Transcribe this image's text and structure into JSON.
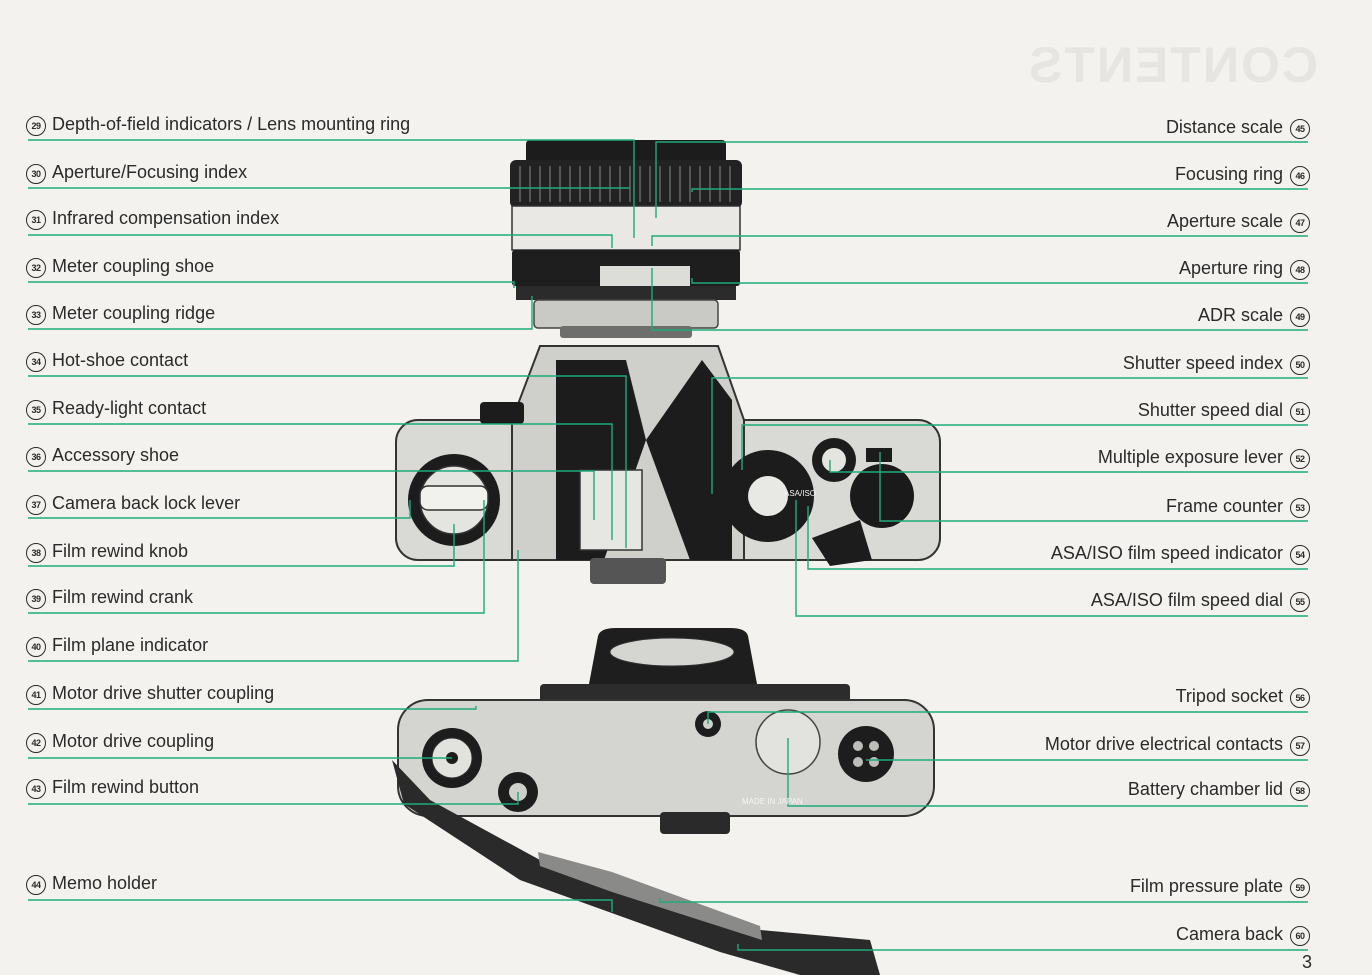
{
  "page": {
    "heading": "CONTENTS",
    "page_number": "3",
    "accent_color": "#1fa97a"
  },
  "left_labels": [
    {
      "num": "29",
      "text": "Depth-of-field indicators / Lens mounting ring"
    },
    {
      "num": "30",
      "text": "Aperture/Focusing index"
    },
    {
      "num": "31",
      "text": "Infrared compensation index"
    },
    {
      "num": "32",
      "text": "Meter coupling shoe"
    },
    {
      "num": "33",
      "text": "Meter coupling ridge"
    },
    {
      "num": "34",
      "text": "Hot-shoe contact"
    },
    {
      "num": "35",
      "text": "Ready-light contact"
    },
    {
      "num": "36",
      "text": "Accessory shoe"
    },
    {
      "num": "37",
      "text": "Camera back lock lever"
    },
    {
      "num": "38",
      "text": "Film rewind knob"
    },
    {
      "num": "39",
      "text": "Film rewind crank"
    },
    {
      "num": "40",
      "text": "Film plane indicator"
    },
    {
      "num": "41",
      "text": "Motor drive shutter coupling"
    },
    {
      "num": "42",
      "text": "Motor drive coupling"
    },
    {
      "num": "43",
      "text": "Film rewind button"
    },
    {
      "num": "44",
      "text": "Memo holder"
    }
  ],
  "right_labels": [
    {
      "num": "45",
      "text": "Distance scale"
    },
    {
      "num": "46",
      "text": "Focusing ring"
    },
    {
      "num": "47",
      "text": "Aperture scale"
    },
    {
      "num": "48",
      "text": "Aperture ring"
    },
    {
      "num": "49",
      "text": "ADR scale"
    },
    {
      "num": "50",
      "text": "Shutter speed index"
    },
    {
      "num": "51",
      "text": "Shutter speed dial"
    },
    {
      "num": "52",
      "text": "Multiple exposure lever"
    },
    {
      "num": "53",
      "text": "Frame counter"
    },
    {
      "num": "54",
      "text": "ASA/ISO film speed indicator"
    },
    {
      "num": "55",
      "text": "ASA/ISO film speed dial"
    },
    {
      "num": "56",
      "text": "Tripod socket"
    },
    {
      "num": "57",
      "text": "Motor drive electrical contacts"
    },
    {
      "num": "58",
      "text": "Battery chamber lid"
    },
    {
      "num": "59",
      "text": "Film pressure plate"
    },
    {
      "num": "60",
      "text": "Camera back"
    }
  ],
  "camera_markings": {
    "made_in": "MADE IN JAPAN",
    "asa_label": "ASA/ISO"
  }
}
